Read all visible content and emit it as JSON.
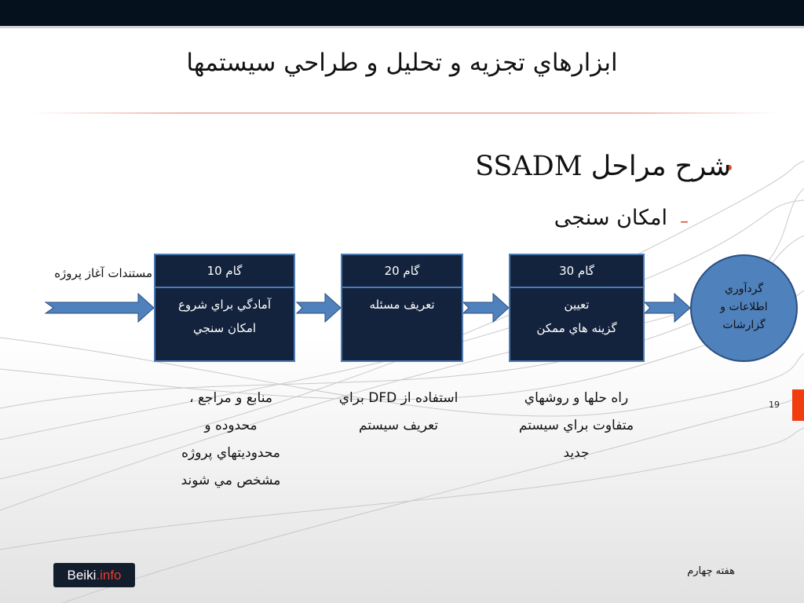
{
  "slide": {
    "title": "ابزارهاي تجزيه و تحليل و طراحي سيستمها",
    "bullet_level1": "شرح مراحل SSADM",
    "bullet_level2": "امکان سنجی",
    "accent_color": "#e04a2b",
    "box_color": "#13233d",
    "flow_color": "#4f81bd"
  },
  "diagram": {
    "start_label": "مستندات آغاز پروژه",
    "steps": [
      {
        "header": "گام 10",
        "line1": "آمادگي براي شروع",
        "line2": "امکان سنجي"
      },
      {
        "header": "گام 20",
        "line1": "تعريف مسئله",
        "line2": ""
      },
      {
        "header": "گام 30",
        "line1": "تعيين",
        "line2": "گزينه هاي ممکن"
      }
    ],
    "end_node": {
      "line1": "گردآوري",
      "line2": "اطلاعات و",
      "line3": "گزارشات"
    }
  },
  "notes": [
    {
      "lines": [
        "منابع و مراجع ،",
        "محدوده و",
        "محدوديتهاي پروژه",
        "مشخص مي شوند"
      ]
    },
    {
      "lines": [
        "استفاده از DFD براي",
        "تعريف سيستم"
      ]
    },
    {
      "lines": [
        "راه حلها و روشهاي",
        "متفاوت براي سيستم",
        "جديد"
      ]
    }
  ],
  "page_number": "19",
  "logo": {
    "part1": "Beiki",
    "part2": ".info"
  },
  "footer_text": "هفته چهارم"
}
